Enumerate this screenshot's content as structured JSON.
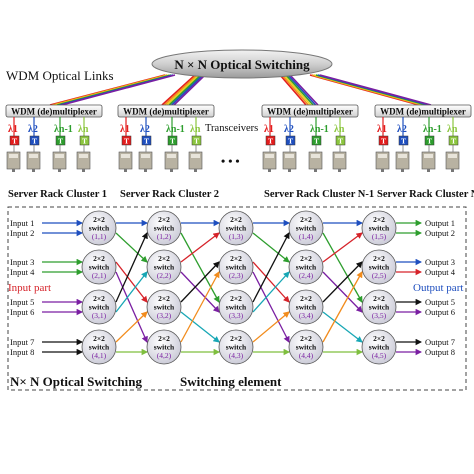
{
  "top": {
    "switch_title": "N × N Optical Switching",
    "wdm_links": "WDM Optical Links",
    "transceivers": "Transceivers",
    "ellipsis": "• • •"
  },
  "mux_blocks": [
    {
      "label": "WDM (de)multiplexer",
      "lambdas": [
        "λ1",
        "λ2",
        "λn-1",
        "λn"
      ],
      "cluster": "Server Rack Cluster 1"
    },
    {
      "label": "WDM (de)multiplexer",
      "lambdas": [
        "λ1",
        "λ2",
        "λn-1",
        "λn"
      ],
      "cluster": "Server Rack Cluster 2"
    },
    {
      "label": "WDM (de)multiplexer",
      "lambdas": [
        "λ1",
        "λ2",
        "λn-1",
        "λn"
      ],
      "cluster": "Server Rack Cluster N-1"
    },
    {
      "label": "WDM (de)multiplexer",
      "lambdas": [
        "λ1",
        "λ2",
        "λn-1",
        "λn"
      ],
      "cluster": "Server Rack Cluster N"
    }
  ],
  "transceiver_letters": [
    "T",
    "T",
    "T",
    "T"
  ],
  "fabric": {
    "inputs": [
      "Input 1",
      "Input 2",
      "Input 3",
      "Input 4",
      "Input 5",
      "Input 6",
      "Input 7",
      "Input 8"
    ],
    "outputs": [
      "Output 1",
      "Output 2",
      "Output 3",
      "Output 4",
      "Output 5",
      "Output 6",
      "Output 7",
      "Output 8"
    ],
    "input_part": "Input part",
    "output_part": "Output part",
    "switch_size": "2×2",
    "switch_word": "switch",
    "stages": [
      [
        "(1,1)",
        "(2,1)",
        "(3,1)",
        "(4,1)"
      ],
      [
        "(1,2)",
        "(2,2)",
        "(3,2)",
        "(4,2)"
      ],
      [
        "(1,3)",
        "(2,3)",
        "(3,3)",
        "(4,3)"
      ],
      [
        "(1,4)",
        "(2,4)",
        "(3,4)",
        "(4,4)"
      ],
      [
        "(1,5)",
        "(2,5)",
        "(3,5)",
        "(4,5)"
      ]
    ],
    "caption_left": "N× N Optical Switching",
    "caption_right": "Switching element"
  },
  "colors": {
    "t_red": "#e31d1d",
    "t_blue": "#1f4fbf",
    "t_green": "#2e9e2e",
    "t_lime": "#8cc63f",
    "input_part": "#d6232a",
    "output_part": "#1f4fbf",
    "node_label": "#7a1fa2",
    "node_fill": "#e2e2ec"
  }
}
